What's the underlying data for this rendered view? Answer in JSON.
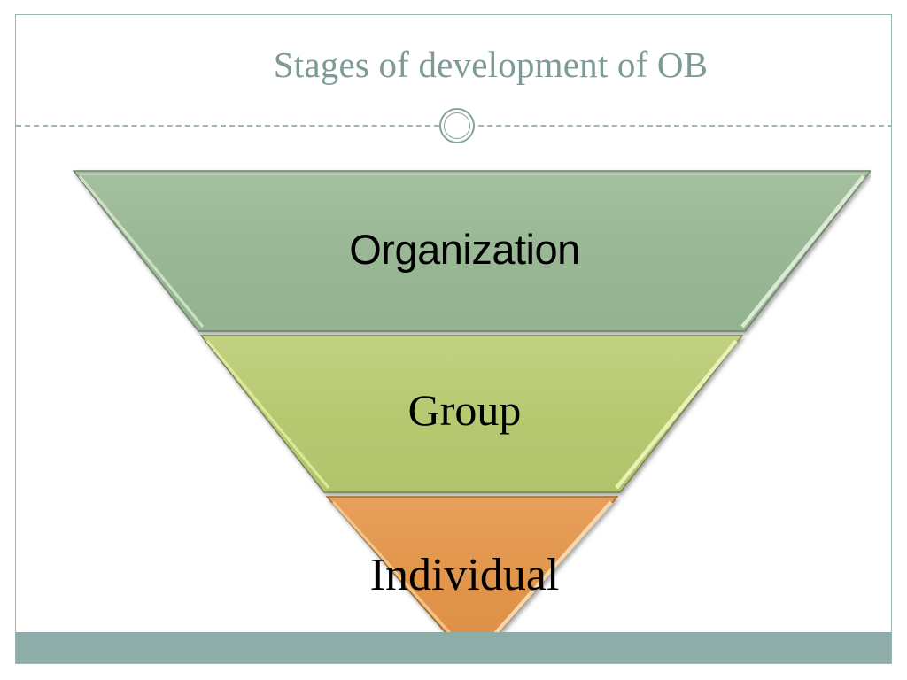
{
  "slide": {
    "title": "Stages of development of OB",
    "background_color": "#ffffff",
    "border_color": "#9db8b4",
    "title_color": "#7e9a97",
    "footer_bar_color": "#8eada8",
    "divider_color": "#9eb4b1"
  },
  "decorations": {
    "circle_icon": "circle-outline-icon",
    "dashed_rule": "dashed-divider"
  },
  "diagram": {
    "type": "inverted-pyramid",
    "name": "stages-of-development-pyramid",
    "orientation": "inverted",
    "levels": [
      {
        "label": "Organization",
        "color": "#9ab896",
        "edge_color": "#c9e0bd",
        "order": 1,
        "position": "top"
      },
      {
        "label": "Group",
        "color": "#b7ca72",
        "edge_color": "#dbe89a",
        "order": 2,
        "position": "middle"
      },
      {
        "label": "Individual",
        "color": "#e2964c",
        "edge_color": "#f2c188",
        "order": 3,
        "position": "bottom"
      }
    ]
  }
}
